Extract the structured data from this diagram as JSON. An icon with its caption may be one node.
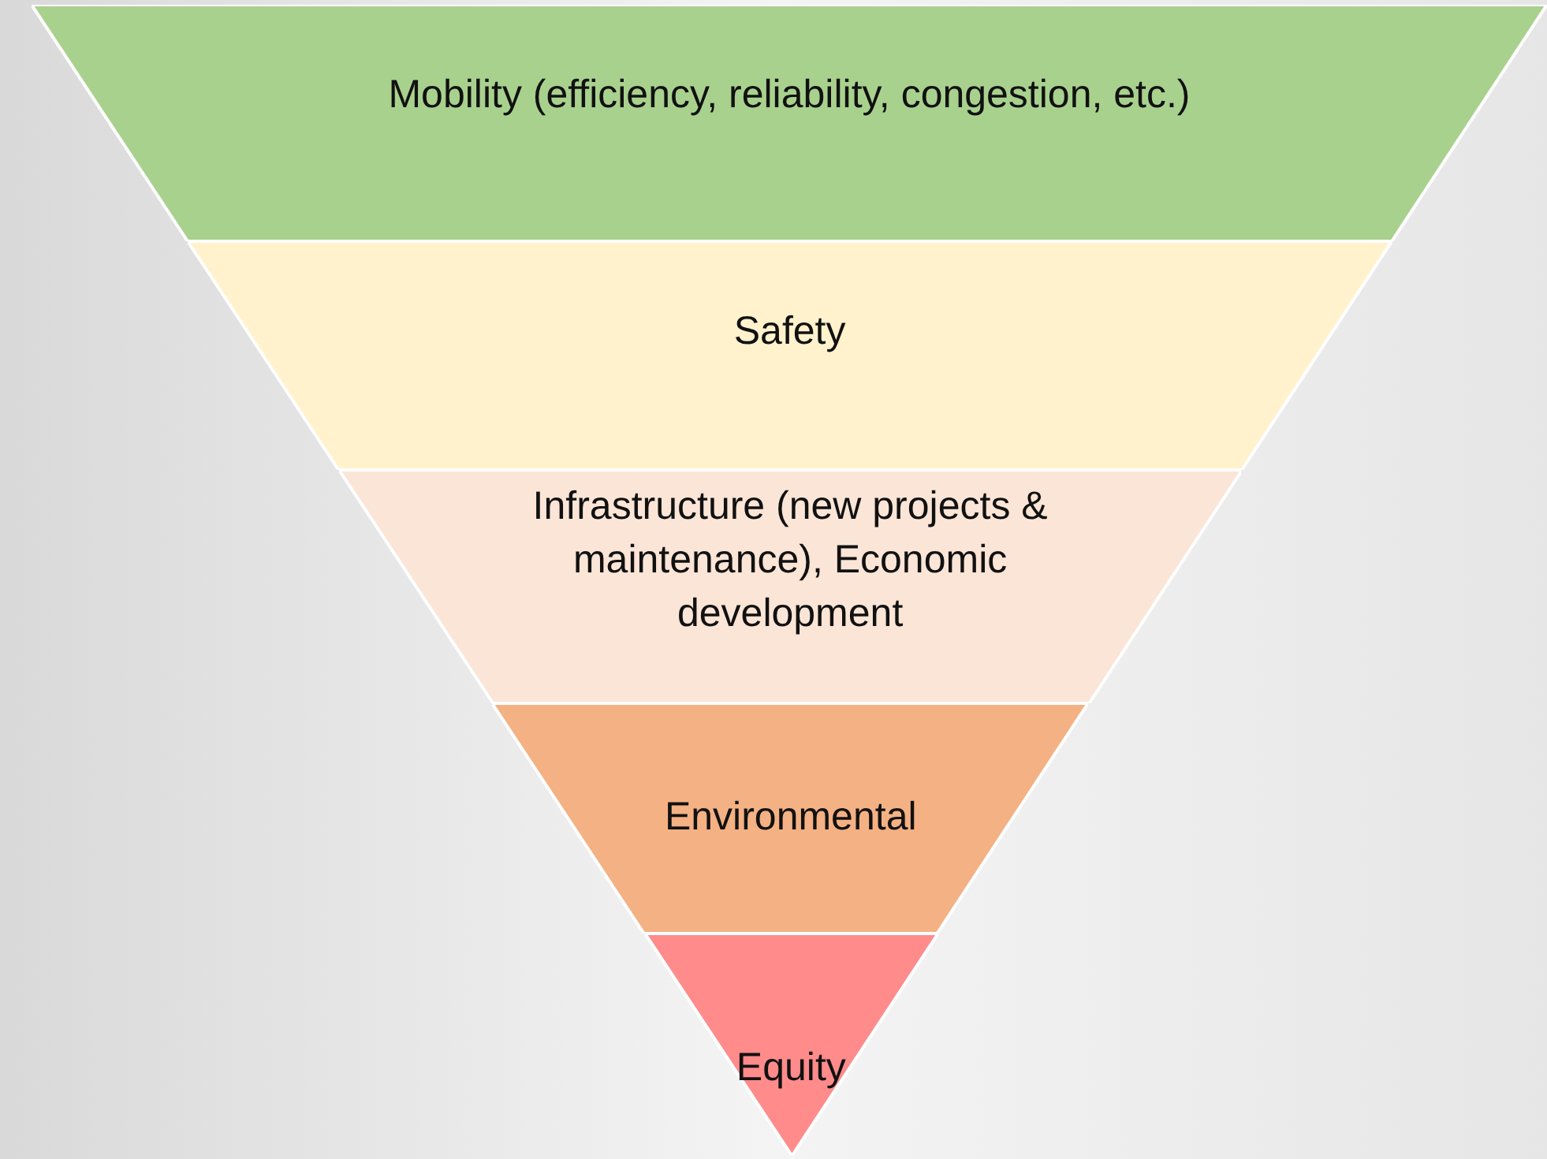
{
  "diagram": {
    "nodes": [
      {
        "text": [
          "Mobility (efficiency, reliability, congestion, etc.)"
        ]
      },
      {
        "text": [
          "Safety"
        ]
      },
      {
        "text": [
          "Infrastructure (new projects & maintenance), Economic development"
        ]
      },
      {
        "text": [
          "Environmental"
        ]
      },
      {
        "text": [
          "Equity"
        ]
      }
    ]
  }
}
